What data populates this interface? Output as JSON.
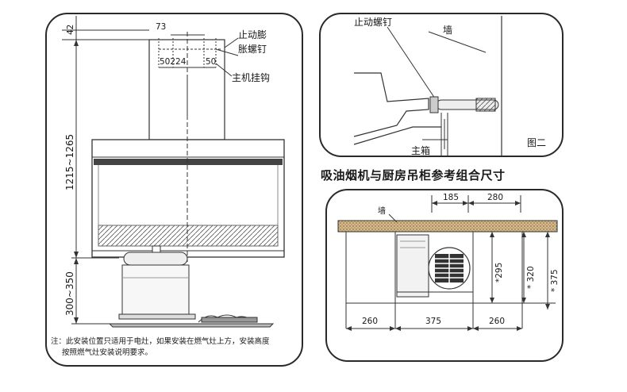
{
  "side_view": {
    "dim_top": "42",
    "dim_height": "1215~1265",
    "dim_bottom": "300~350",
    "dim_slot": "73",
    "dim_spacing": "50224",
    "dim_right": "50",
    "label_expansion_screw_1": "止动膨",
    "label_expansion_screw_2": "胀螺钉",
    "label_hook": "主机挂钩",
    "note_line1": "注：此安装位置只适用于电灶，如果安装在燃气灶上方，安装高度",
    "note_line2": "按照燃气灶安装说明要求。"
  },
  "detail_view": {
    "label_screw": "止动螺钉",
    "label_wall": "墙",
    "label_body": "主箱",
    "figure_label": "图二"
  },
  "caption": "吸油烟机与厨房吊柜参考组合尺寸",
  "cabinet_view": {
    "label_wall": "墙",
    "dim_185": "185",
    "dim_280": "280",
    "dim_295": "*295",
    "dim_320": "* 320",
    "dim_375v": "* 375",
    "dim_260_left": "260",
    "dim_375": "375",
    "dim_260_right": "260"
  }
}
